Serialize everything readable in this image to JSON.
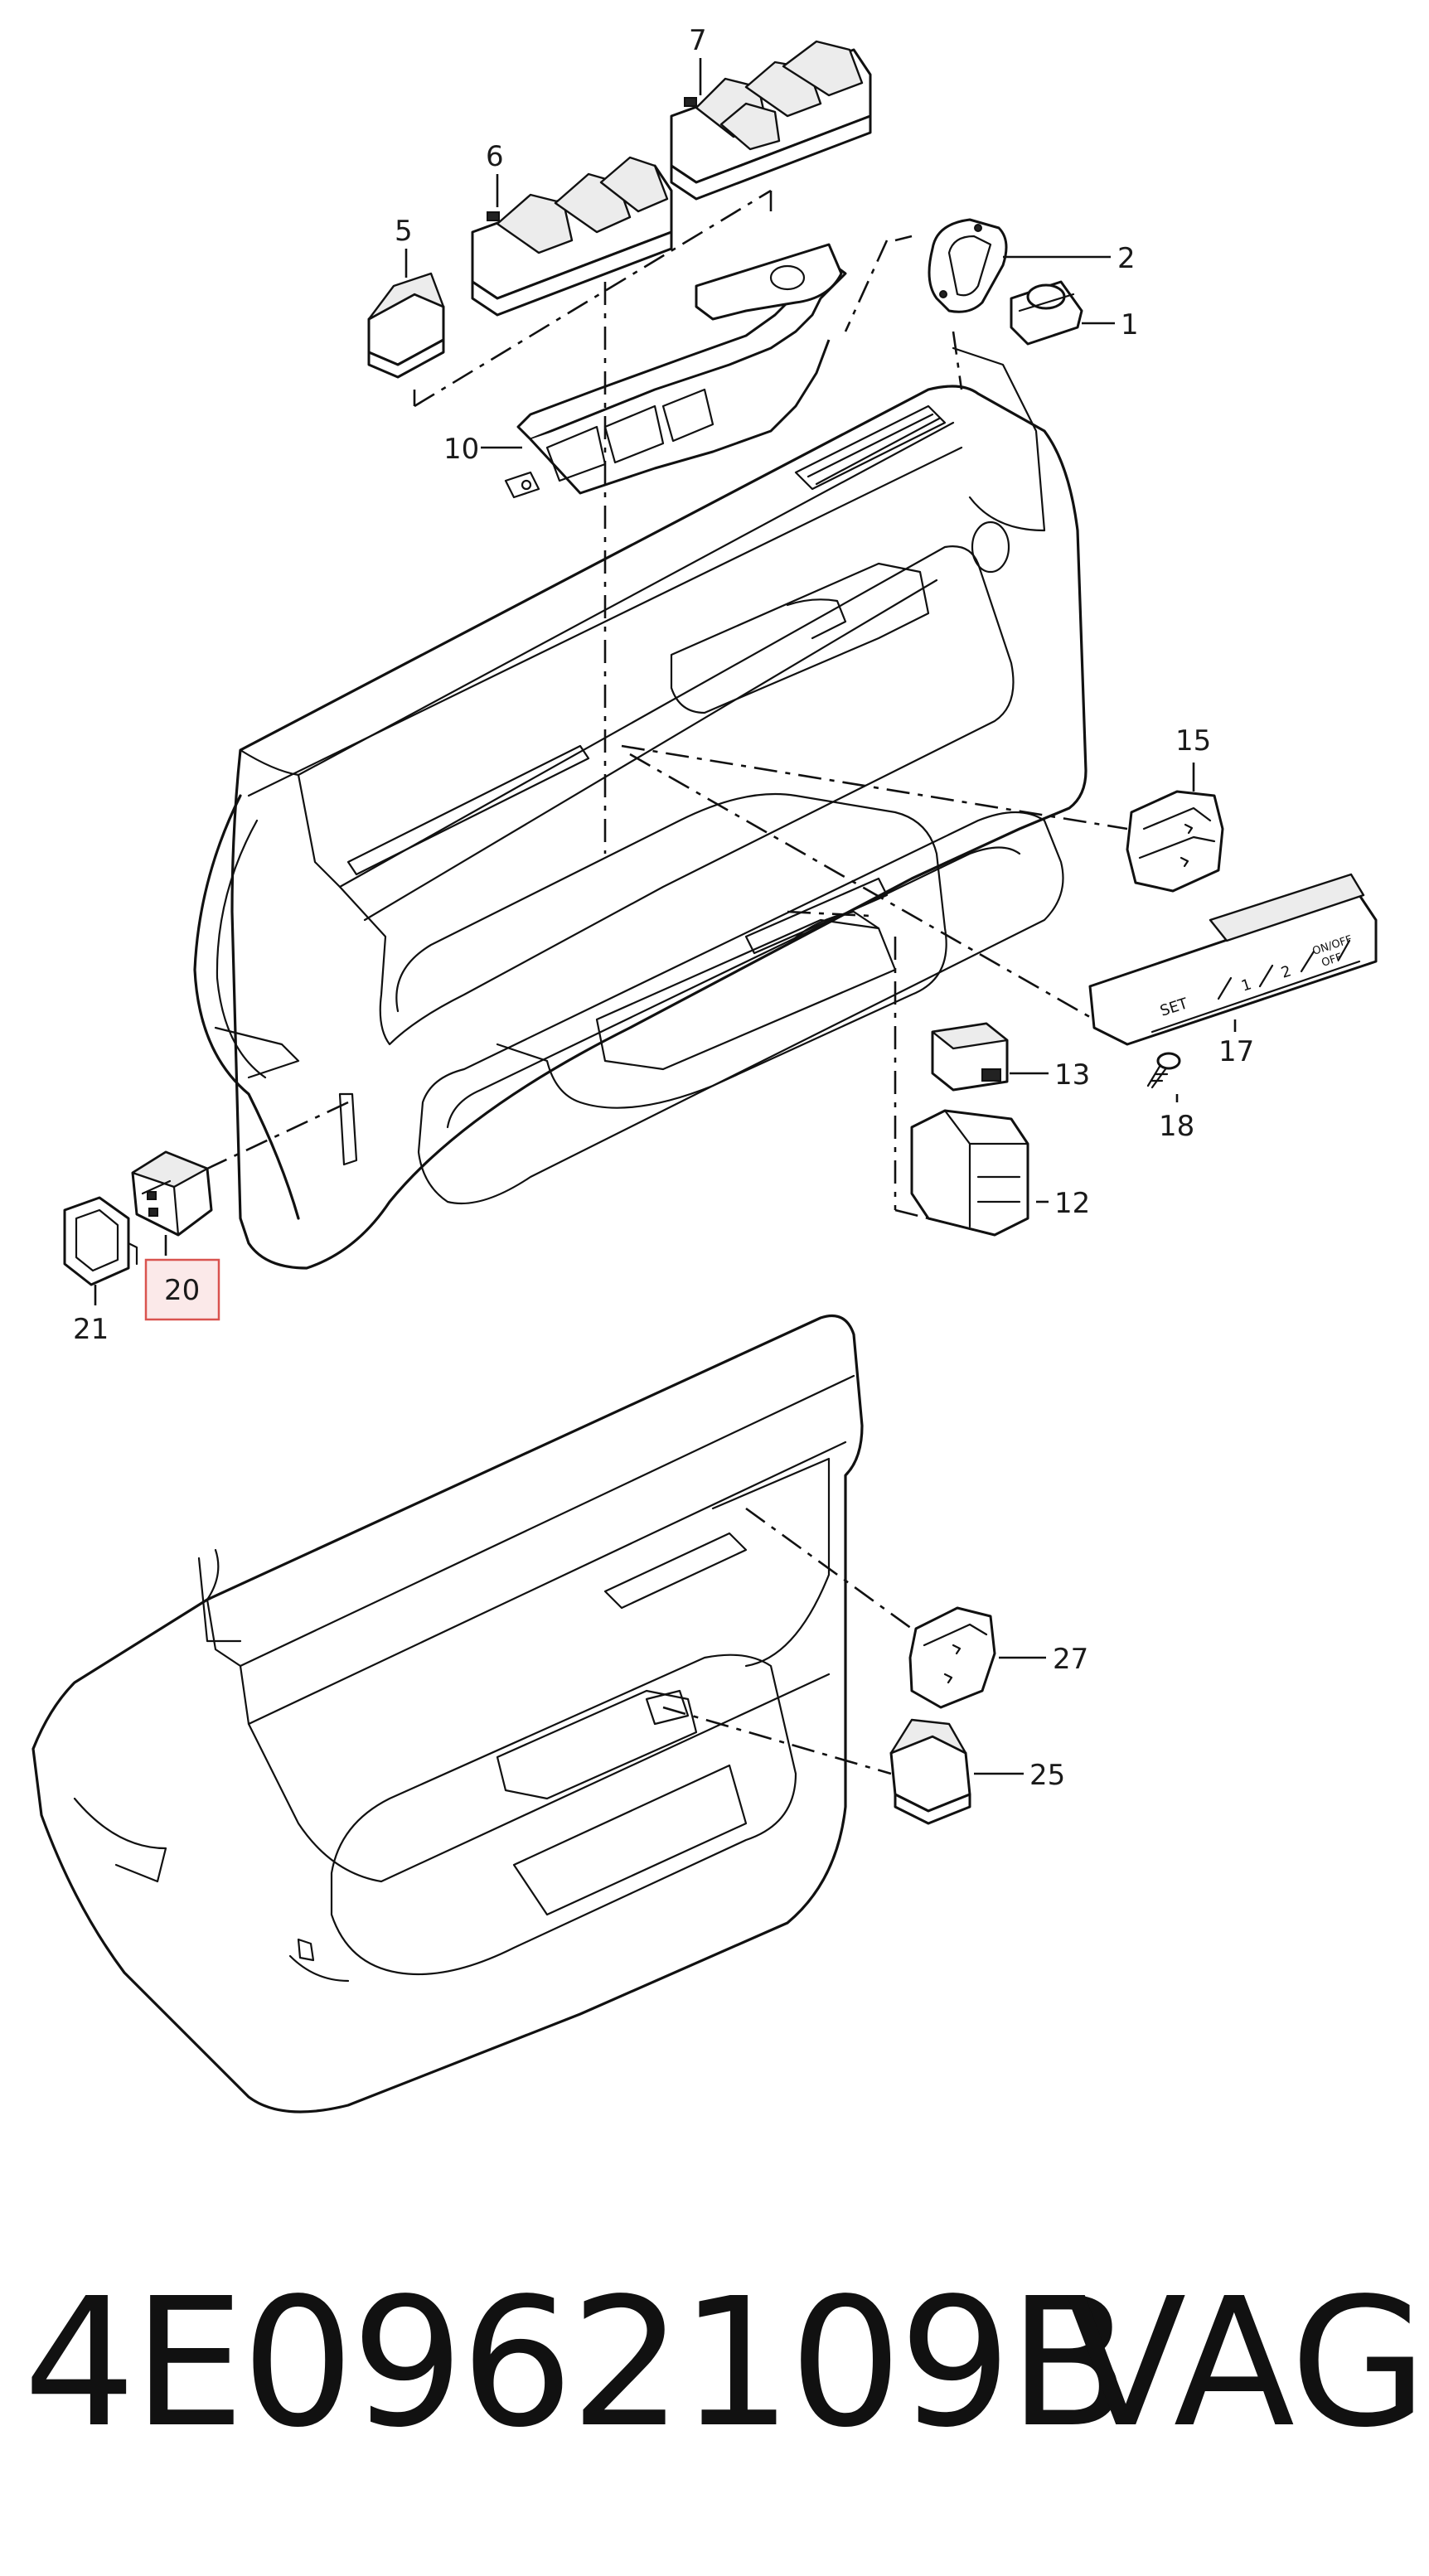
{
  "callouts": {
    "c1": "1",
    "c2": "2",
    "c5": "5",
    "c6": "6",
    "c7": "7",
    "c10": "10",
    "c12": "12",
    "c13": "13",
    "c15": "15",
    "c17": "17",
    "c18": "18",
    "c20": "20",
    "c21": "21",
    "c25": "25",
    "c27": "27"
  },
  "switch_legends": {
    "set": "SET",
    "one": "1",
    "two": "2",
    "on_off": "ON/OFF",
    "off": "OFF"
  },
  "highlight_color": "#d9534f",
  "footer": {
    "part_number": "4E0962109B",
    "brand": "VAG"
  }
}
